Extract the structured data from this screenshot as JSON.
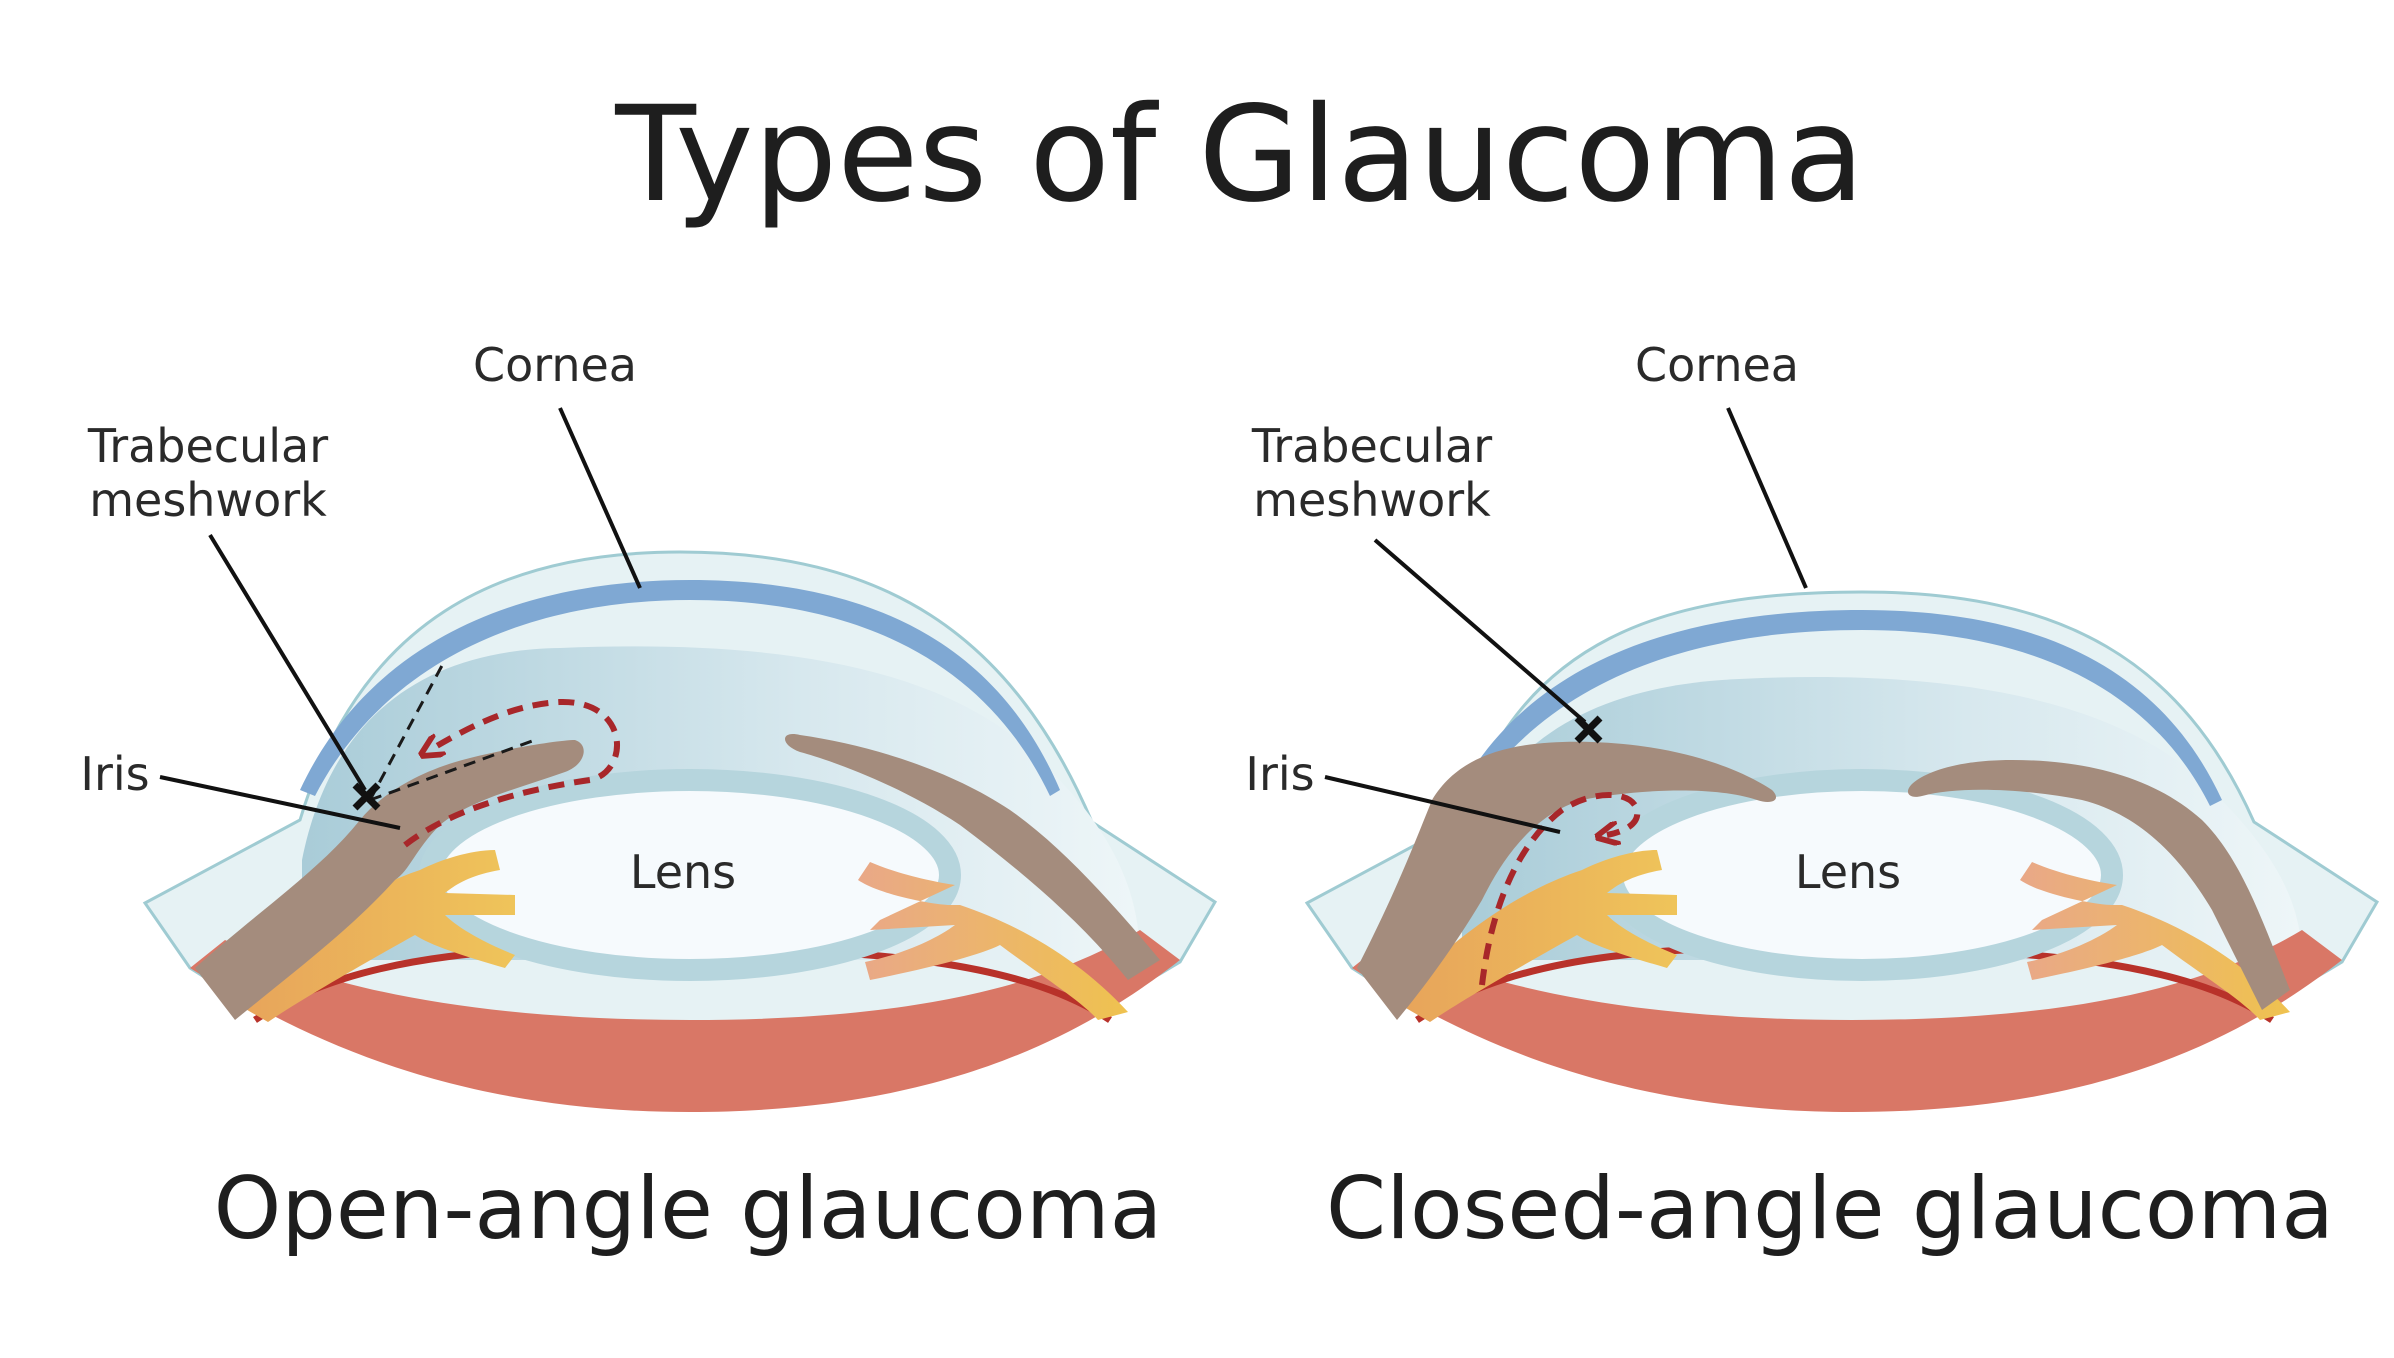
{
  "title": "Types of Glaucoma",
  "colors": {
    "cornea": "#7fa8d3",
    "chamber": "#cfe2ea",
    "iris": "#a48c7d",
    "lens": "#f6fafd",
    "ciliary": "#e8b24f",
    "ciliary_light": "#e9a888",
    "retina": "#d97766",
    "retina_line": "#b8322a",
    "flow": "#a8272a",
    "shell": "#e4f0f3",
    "shell_line": "#9fcbd2"
  },
  "open_angle": {
    "caption": "Open-angle glaucoma",
    "labels": {
      "cornea": "Cornea",
      "trabecular_line1": "Trabecular",
      "trabecular_line2": "meshwork",
      "iris": "Iris",
      "lens": "Lens"
    }
  },
  "closed_angle": {
    "caption": "Closed-angle glaucoma",
    "labels": {
      "cornea": "Cornea",
      "trabecular_line1": "Trabecular",
      "trabecular_line2": "meshwork",
      "iris": "Iris",
      "lens": "Lens"
    }
  }
}
